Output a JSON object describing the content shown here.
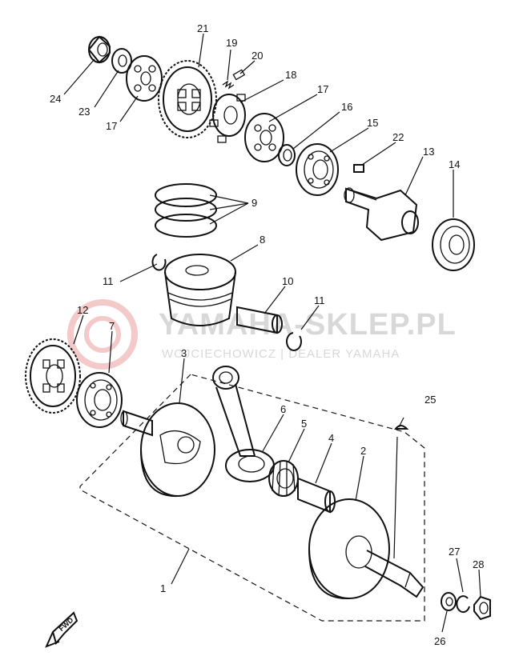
{
  "watermark": {
    "main": "YAMAHA-SKLEP.PL",
    "sub": "WOJCIECHOWICZ | DEALER YAMAHA"
  },
  "fwd_label": "FWD",
  "callouts": [
    {
      "id": "c1",
      "text": "1"
    },
    {
      "id": "c2",
      "text": "2"
    },
    {
      "id": "c3",
      "text": "3"
    },
    {
      "id": "c4",
      "text": "4"
    },
    {
      "id": "c5",
      "text": "5"
    },
    {
      "id": "c6",
      "text": "6"
    },
    {
      "id": "c7",
      "text": "7"
    },
    {
      "id": "c8",
      "text": "8"
    },
    {
      "id": "c9",
      "text": "9"
    },
    {
      "id": "c10",
      "text": "10"
    },
    {
      "id": "c11a",
      "text": "11"
    },
    {
      "id": "c11b",
      "text": "11"
    },
    {
      "id": "c12",
      "text": "12"
    },
    {
      "id": "c13",
      "text": "13"
    },
    {
      "id": "c14",
      "text": "14"
    },
    {
      "id": "c15",
      "text": "15"
    },
    {
      "id": "c16",
      "text": "16"
    },
    {
      "id": "c17a",
      "text": "17"
    },
    {
      "id": "c17b",
      "text": "17"
    },
    {
      "id": "c18",
      "text": "18"
    },
    {
      "id": "c19",
      "text": "19"
    },
    {
      "id": "c20",
      "text": "20"
    },
    {
      "id": "c21",
      "text": "21"
    },
    {
      "id": "c22",
      "text": "22"
    },
    {
      "id": "c23",
      "text": "23"
    },
    {
      "id": "c24",
      "text": "24"
    },
    {
      "id": "c25",
      "text": "25"
    },
    {
      "id": "c26",
      "text": "26"
    },
    {
      "id": "c27",
      "text": "27"
    },
    {
      "id": "c28",
      "text": "28"
    }
  ]
}
